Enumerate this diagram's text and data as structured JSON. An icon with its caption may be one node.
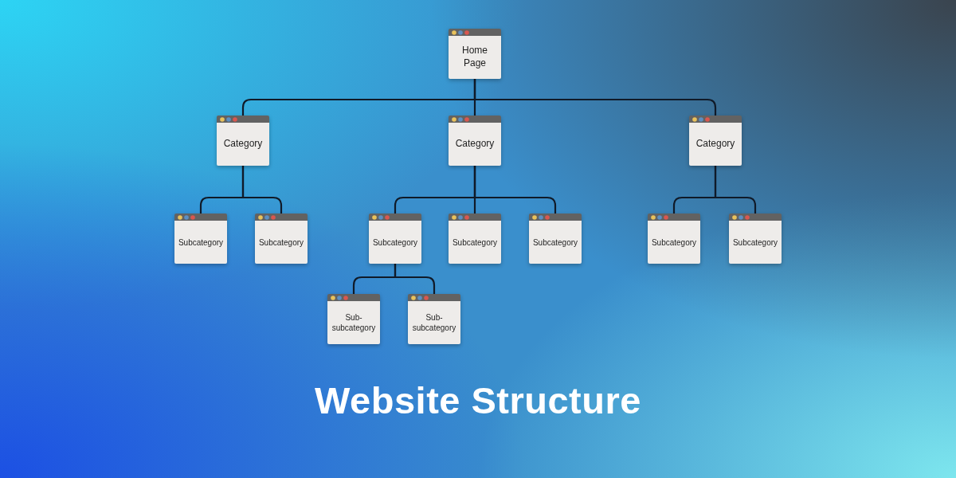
{
  "diagram": {
    "title": "Website Structure",
    "nodes": [
      {
        "text": [
          "Home Page"
        ]
      },
      {
        "text": [
          "Category"
        ]
      },
      {
        "text": [
          "Category"
        ]
      },
      {
        "text": [
          "Category"
        ]
      },
      {
        "text": [
          "Subcategory"
        ]
      },
      {
        "text": [
          "Subcategory"
        ]
      },
      {
        "text": [
          "Subcategory"
        ]
      },
      {
        "text": [
          "Subcategory"
        ]
      },
      {
        "text": [
          "Subcategory"
        ]
      },
      {
        "text": [
          "Subcategory"
        ]
      },
      {
        "text": [
          "Subcategory"
        ]
      },
      {
        "text": [
          "Sub- subcategory"
        ]
      },
      {
        "text": [
          "Sub- subcategory"
        ]
      }
    ],
    "edges": [
      {
        "from": 0,
        "to": 1,
        "arrow": "none"
      },
      {
        "from": 0,
        "to": 2,
        "arrow": "none"
      },
      {
        "from": 0,
        "to": 3,
        "arrow": "none"
      },
      {
        "from": 1,
        "to": 4,
        "arrow": "none"
      },
      {
        "from": 1,
        "to": 5,
        "arrow": "none"
      },
      {
        "from": 2,
        "to": 6,
        "arrow": "none"
      },
      {
        "from": 2,
        "to": 7,
        "arrow": "none"
      },
      {
        "from": 2,
        "to": 8,
        "arrow": "none"
      },
      {
        "from": 3,
        "to": 9,
        "arrow": "none"
      },
      {
        "from": 3,
        "to": 10,
        "arrow": "none"
      },
      {
        "from": 6,
        "to": 11,
        "arrow": "none"
      },
      {
        "from": 6,
        "to": 12,
        "arrow": "none"
      }
    ]
  }
}
